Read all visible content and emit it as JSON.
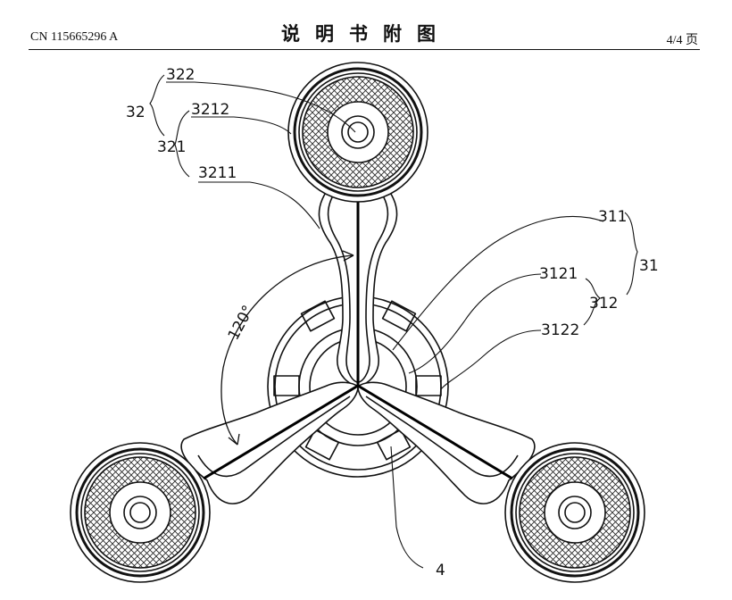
{
  "header": {
    "doc_number": "CN 115665296 A",
    "title": "说明书附图",
    "page": "4/4 页"
  },
  "labels": {
    "l322": "322",
    "l32": "32",
    "l3212": "3212",
    "l321": "321",
    "l3211": "3211",
    "l311": "311",
    "l31": "31",
    "l3121": "3121",
    "l312": "312",
    "l3122": "3122",
    "angle": "120°",
    "l4": "4"
  }
}
